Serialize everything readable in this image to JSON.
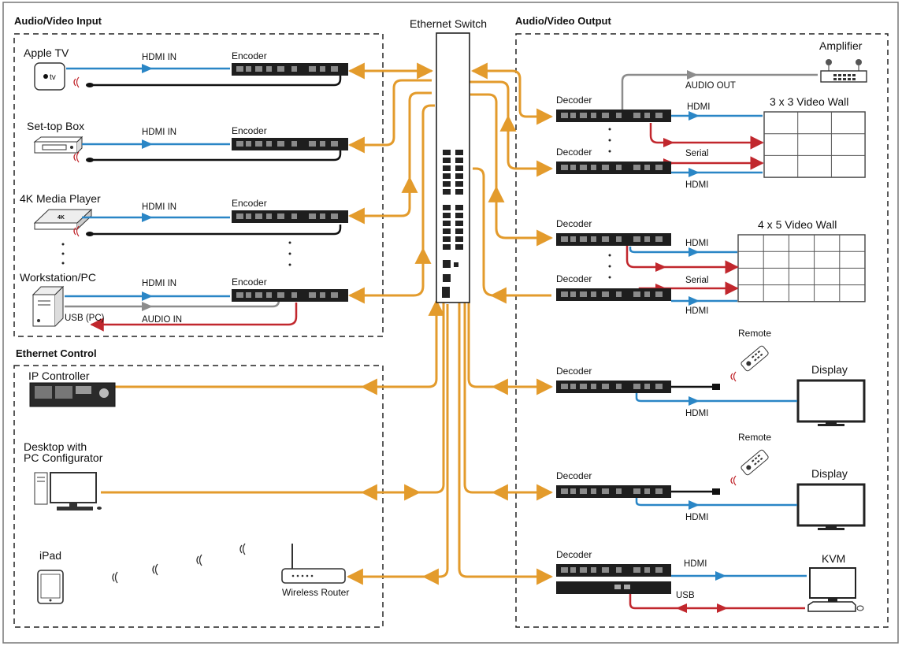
{
  "sections": {
    "av_input": "Audio/Video Input",
    "ethernet_control": "Ethernet Control",
    "av_output": "Audio/Video Output"
  },
  "switch_label": "Ethernet Switch",
  "sources": {
    "apple_tv": "Apple TV",
    "set_top_box": "Set-top Box",
    "media_player": "4K Media Player",
    "workstation": "Workstation/PC",
    "apple_tv_logo": "tv",
    "media_player_badge": "4K"
  },
  "encoder_label": "Encoder",
  "decoder_label": "Decoder",
  "link_labels": {
    "hdmi_in": "HDMI IN",
    "usb_pc": "USB (PC)",
    "audio_in": "AUDIO IN",
    "audio_out": "AUDIO OUT",
    "hdmi": "HDMI",
    "serial": "Serial",
    "usb": "USB"
  },
  "control": {
    "ip_controller": "IP Controller",
    "desktop_line1": "Desktop with",
    "desktop_line2": "PC Configurator",
    "ipad": "iPad",
    "wireless_router": "Wireless Router"
  },
  "outputs": {
    "amplifier": "Amplifier",
    "wall_3x3": "3 x 3 Video Wall",
    "wall_4x5": "4 x 5 Video Wall",
    "remote": "Remote",
    "display": "Display",
    "kvm": "KVM"
  },
  "colors": {
    "ethernet": "#e39b2c",
    "hdmi": "#2a86c6",
    "audio": "#8c8c8c",
    "serial_usb": "#c1272d",
    "device": "#1e1e1e",
    "border": "#222222"
  }
}
